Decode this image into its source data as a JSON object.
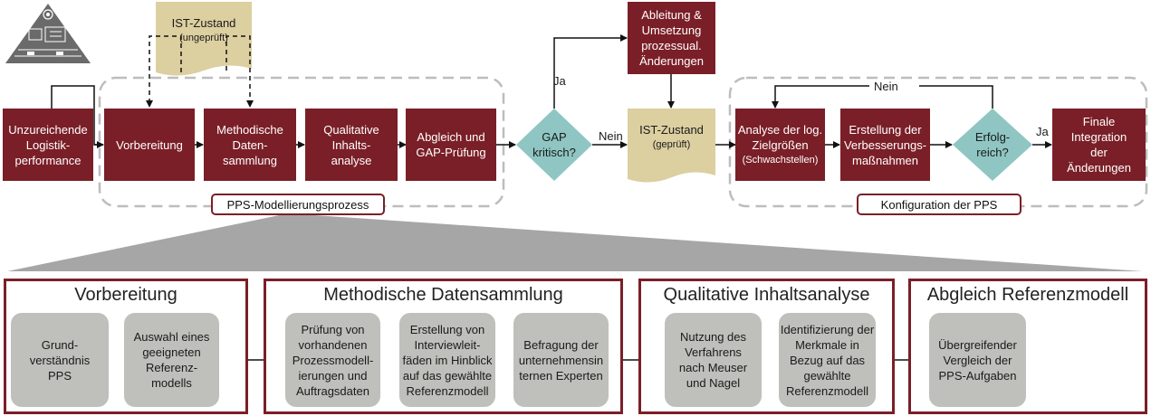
{
  "top_flow": {
    "start": "Unzureichende Logistik- performance",
    "vorbereitung": "Vorbereitung",
    "methodische": "Methodische Daten- sammlung",
    "qualitative": "Qualitative Inhalts- analyse",
    "abgleich": "Abgleich und GAP-Prüfung",
    "gap": "GAP kritisch?",
    "ja1": "Ja",
    "nein1": "Nein",
    "ableitung": "Ableitung & Umsetzung prozessual. Änderungen",
    "ist_ungeprueft_title": "IST-Zustand",
    "ist_ungeprueft_sub": "(ungeprüft)",
    "ist_geprueft_title": "IST-Zustand",
    "ist_geprueft_sub": "(geprüft)",
    "analyse_main": "Analyse der log. Zielgrößen",
    "analyse_sub": "(Schwachstellen)",
    "erstellung": "Erstellung der Verbesserungs- maßnahmen",
    "erfolgreich": "Erfolg- reich?",
    "nein2": "Nein",
    "ja2": "Ja",
    "finale": "Finale Integration der Änderungen",
    "pps_label": "PPS-Modellierungsprozess",
    "konfig_label": "Konfiguration der PPS"
  },
  "bottom": {
    "sections": [
      {
        "title": "Vorbereitung",
        "items": [
          "Grund- verständnis PPS",
          "Auswahl eines geeigneten Referenz- modells"
        ]
      },
      {
        "title": "Methodische Datensammlung",
        "items": [
          "Prüfung von vorhandenen Prozessmodell- ierungen und Auftragsdaten",
          "Erstellung von Interviewleit- fäden im Hinblick auf das gewählte Referenzmodell",
          "Befragung der unternehmensin ternen Experten"
        ]
      },
      {
        "title": "Qualitative Inhaltsanalyse",
        "items": [
          "Nutzung des Verfahrens nach Meuser und Nagel",
          "Identifizierung der Merkmale in Bezug auf das gewählte Referenzmodell"
        ]
      },
      {
        "title": "Abgleich Referenzmodell",
        "items": [
          "Übergreifender Vergleich der PPS-Aufgaben"
        ]
      }
    ]
  },
  "colors": {
    "dark_red": "#7a1f27",
    "tan": "#dccfa0",
    "teal": "#8fc6c3",
    "grey_box": "#bfbfbb",
    "dashed": "#bdbdbd"
  },
  "icons": {
    "logo": "pyramid-logo-icon"
  }
}
